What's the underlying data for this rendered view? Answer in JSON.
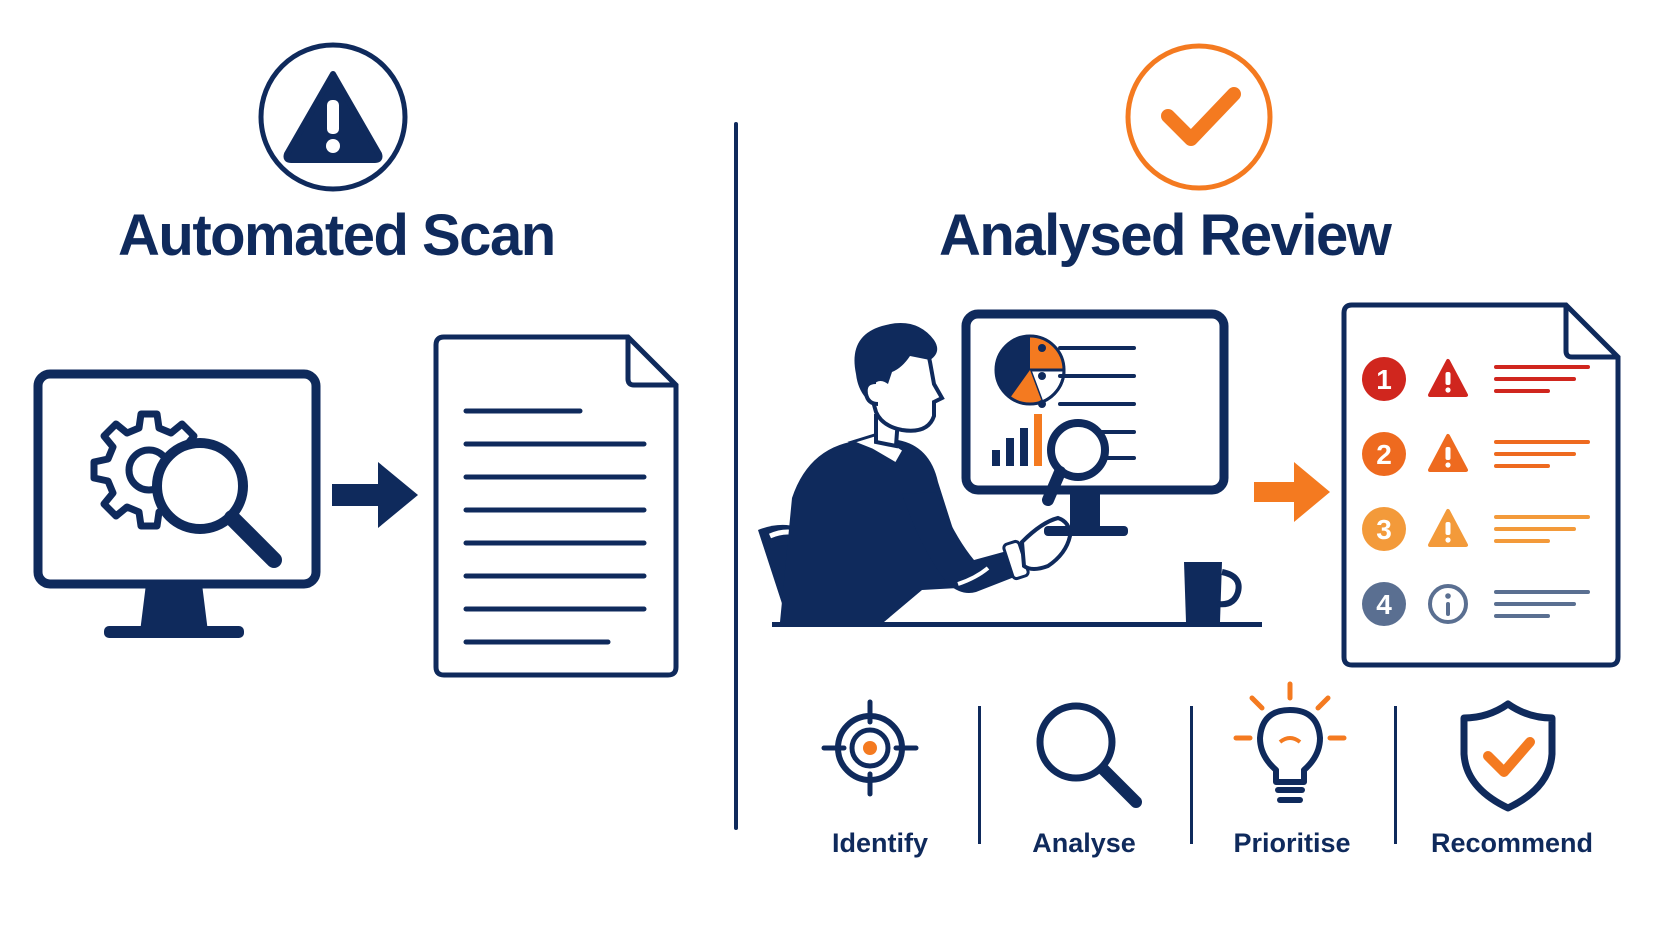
{
  "left": {
    "title": "Automated Scan"
  },
  "right": {
    "title": "Analysed Review",
    "findings": [
      {
        "number": "1",
        "color": "#d0261e",
        "icon": "warning-icon"
      },
      {
        "number": "2",
        "color": "#ee6a1f",
        "icon": "warning-icon"
      },
      {
        "number": "3",
        "color": "#f39a3a",
        "icon": "warning-icon"
      },
      {
        "number": "4",
        "color": "#5a6f91",
        "icon": "info-icon"
      }
    ],
    "steps": [
      {
        "label": "Identify",
        "icon": "target-icon"
      },
      {
        "label": "Analyse",
        "icon": "magnifier-icon"
      },
      {
        "label": "Prioritise",
        "icon": "lightbulb-icon"
      },
      {
        "label": "Recommend",
        "icon": "shield-check-icon"
      }
    ]
  },
  "colors": {
    "navy": "#0f2a5c",
    "orange": "#f47a20",
    "red": "#d0261e"
  }
}
